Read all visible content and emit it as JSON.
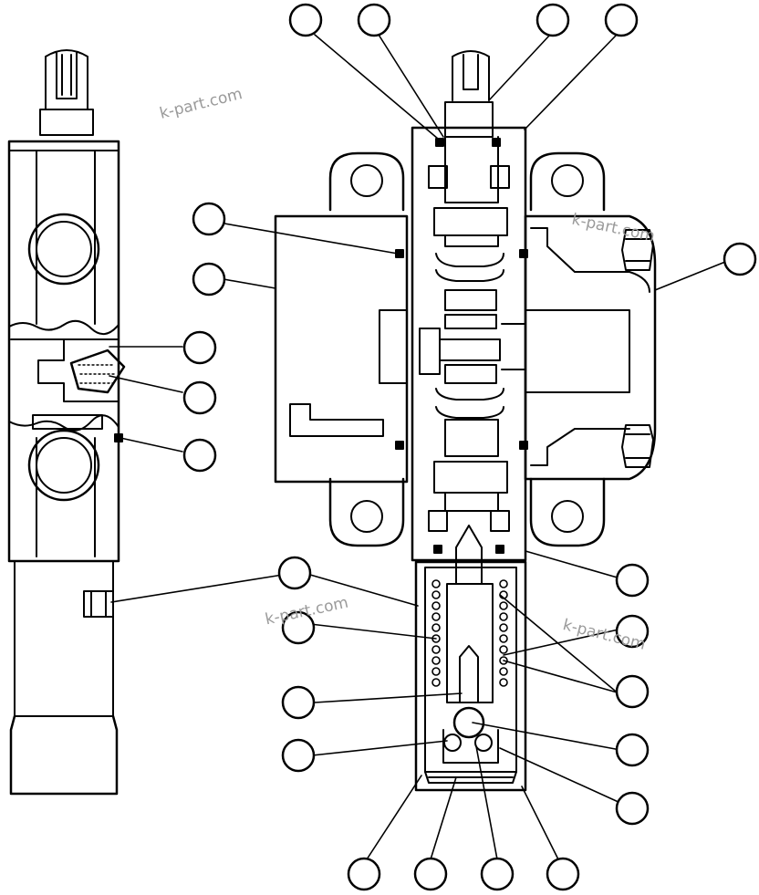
{
  "watermarks": [
    "k-part.com",
    "k-part.com",
    "k-part.com",
    "k-part.com"
  ],
  "colors": {
    "line": "#000000",
    "background": "#ffffff",
    "watermark": "#9a9a9a"
  },
  "callouts": [
    {
      "label": ""
    },
    {
      "label": ""
    },
    {
      "label": ""
    },
    {
      "label": ""
    },
    {
      "label": ""
    },
    {
      "label": ""
    },
    {
      "label": ""
    },
    {
      "label": ""
    },
    {
      "label": ""
    },
    {
      "label": ""
    },
    {
      "label": ""
    },
    {
      "label": ""
    },
    {
      "label": ""
    },
    {
      "label": ""
    },
    {
      "label": ""
    },
    {
      "label": ""
    },
    {
      "label": ""
    },
    {
      "label": ""
    },
    {
      "label": ""
    },
    {
      "label": ""
    },
    {
      "label": ""
    },
    {
      "label": ""
    },
    {
      "label": ""
    },
    {
      "label": ""
    },
    {
      "label": ""
    },
    {
      "label": ""
    },
    {
      "label": ""
    }
  ]
}
